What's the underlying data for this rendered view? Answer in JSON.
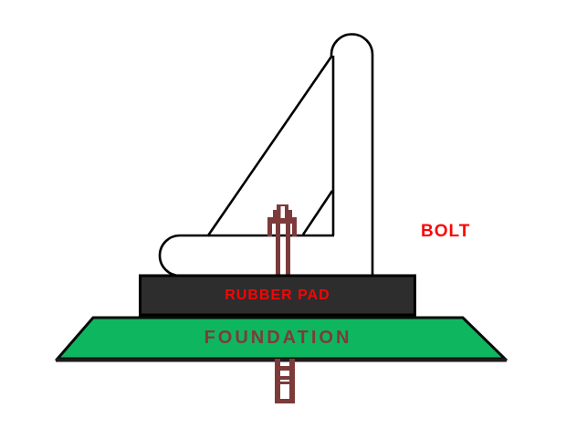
{
  "diagram": {
    "name": "machine-foundation-mounting-diagram",
    "labels": {
      "bolt": "BOLT",
      "rubber_pad": "RUBBER PAD",
      "foundation": "FOUNDATION"
    },
    "colors": {
      "background": "#ffffff",
      "machine_outline": "#000000",
      "machine_fill": "#ffffff",
      "bolt_shape": "#7c3b3a",
      "bolt_slot": "#ffffff",
      "rubber_pad_fill": "#2d2d2d",
      "rubber_pad_border": "#000000",
      "foundation_fill": "#0eb75f",
      "foundation_border": "#0a0a0a",
      "bolt_label_text": "#fb0505",
      "rubber_pad_label_text": "#f50606",
      "foundation_label_text": "#7d3b3b"
    }
  }
}
